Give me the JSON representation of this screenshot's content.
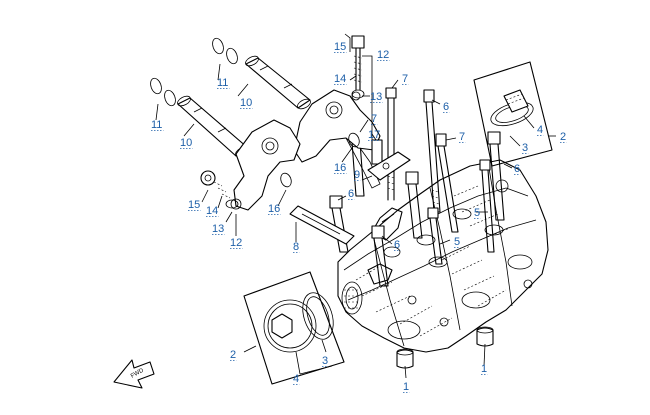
{
  "colors": {
    "callout_text": "#1d5fa8",
    "line_art": "#000000",
    "background": "#ffffff"
  },
  "callouts": [
    {
      "id": "c15a",
      "label": "15"
    },
    {
      "id": "c12a",
      "label": "12"
    },
    {
      "id": "c14a",
      "label": "14"
    },
    {
      "id": "c13a",
      "label": "13"
    },
    {
      "id": "c11a",
      "label": "11"
    },
    {
      "id": "c10a",
      "label": "10"
    },
    {
      "id": "c11b",
      "label": "11"
    },
    {
      "id": "c10b",
      "label": "10"
    },
    {
      "id": "c7a",
      "label": "7"
    },
    {
      "id": "c6a",
      "label": "6"
    },
    {
      "id": "c7b",
      "label": "7"
    },
    {
      "id": "c7c",
      "label": "7"
    },
    {
      "id": "c17",
      "label": "17"
    },
    {
      "id": "c16a",
      "label": "16"
    },
    {
      "id": "c9",
      "label": "9"
    },
    {
      "id": "c6b",
      "label": "6"
    },
    {
      "id": "c6c",
      "label": "6"
    },
    {
      "id": "c4a",
      "label": "4"
    },
    {
      "id": "c3a",
      "label": "3"
    },
    {
      "id": "c2a",
      "label": "2"
    },
    {
      "id": "c5a",
      "label": "5"
    },
    {
      "id": "c5b",
      "label": "5"
    },
    {
      "id": "c6d",
      "label": "6"
    },
    {
      "id": "c15b",
      "label": "15"
    },
    {
      "id": "c14b",
      "label": "14"
    },
    {
      "id": "c13b",
      "label": "13"
    },
    {
      "id": "c12b",
      "label": "12"
    },
    {
      "id": "c16b",
      "label": "16"
    },
    {
      "id": "c8",
      "label": "8"
    },
    {
      "id": "c2b",
      "label": "2"
    },
    {
      "id": "c3b",
      "label": "3"
    },
    {
      "id": "c4b",
      "label": "4"
    },
    {
      "id": "c1a",
      "label": "1"
    },
    {
      "id": "c1b",
      "label": "1"
    }
  ],
  "front_arrow": {
    "label": "FWD",
    "icon": "front-direction-arrow-icon"
  }
}
